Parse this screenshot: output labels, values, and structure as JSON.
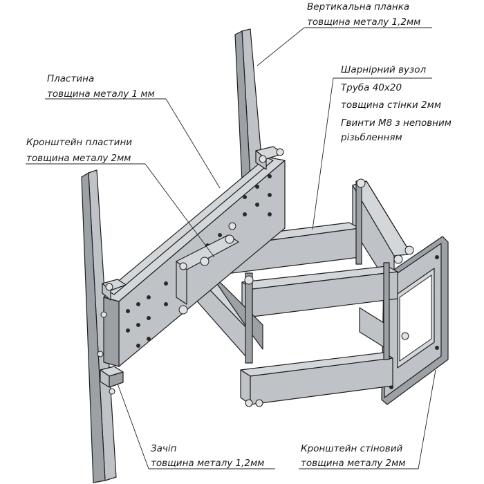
{
  "labels": {
    "vertical_strip": {
      "name": "Вертикальна планка",
      "detail": "товщина металу 1,2мм"
    },
    "plate": {
      "name": "Пластина",
      "detail": "товщина металу 1 мм"
    },
    "plate_bracket": {
      "name": "Кронштейн пластини",
      "detail": "товщина металу 2мм"
    },
    "hinge": {
      "name": "Шарнірний вузол",
      "tube": "Труба 40х20",
      "wall": "товщина стінки 2мм",
      "screws_1": "Гвинти М8 з неповним",
      "screws_2": "різьбленням"
    },
    "latch": {
      "name": "Зачіп",
      "detail": "товщина металу 1,2мм"
    },
    "wall_bracket": {
      "name": "Кронштейн стіновий",
      "detail": "товщина металу 2мм"
    }
  },
  "colors": {
    "metal": "#bfc3c7",
    "line": "#1d1d1d"
  }
}
